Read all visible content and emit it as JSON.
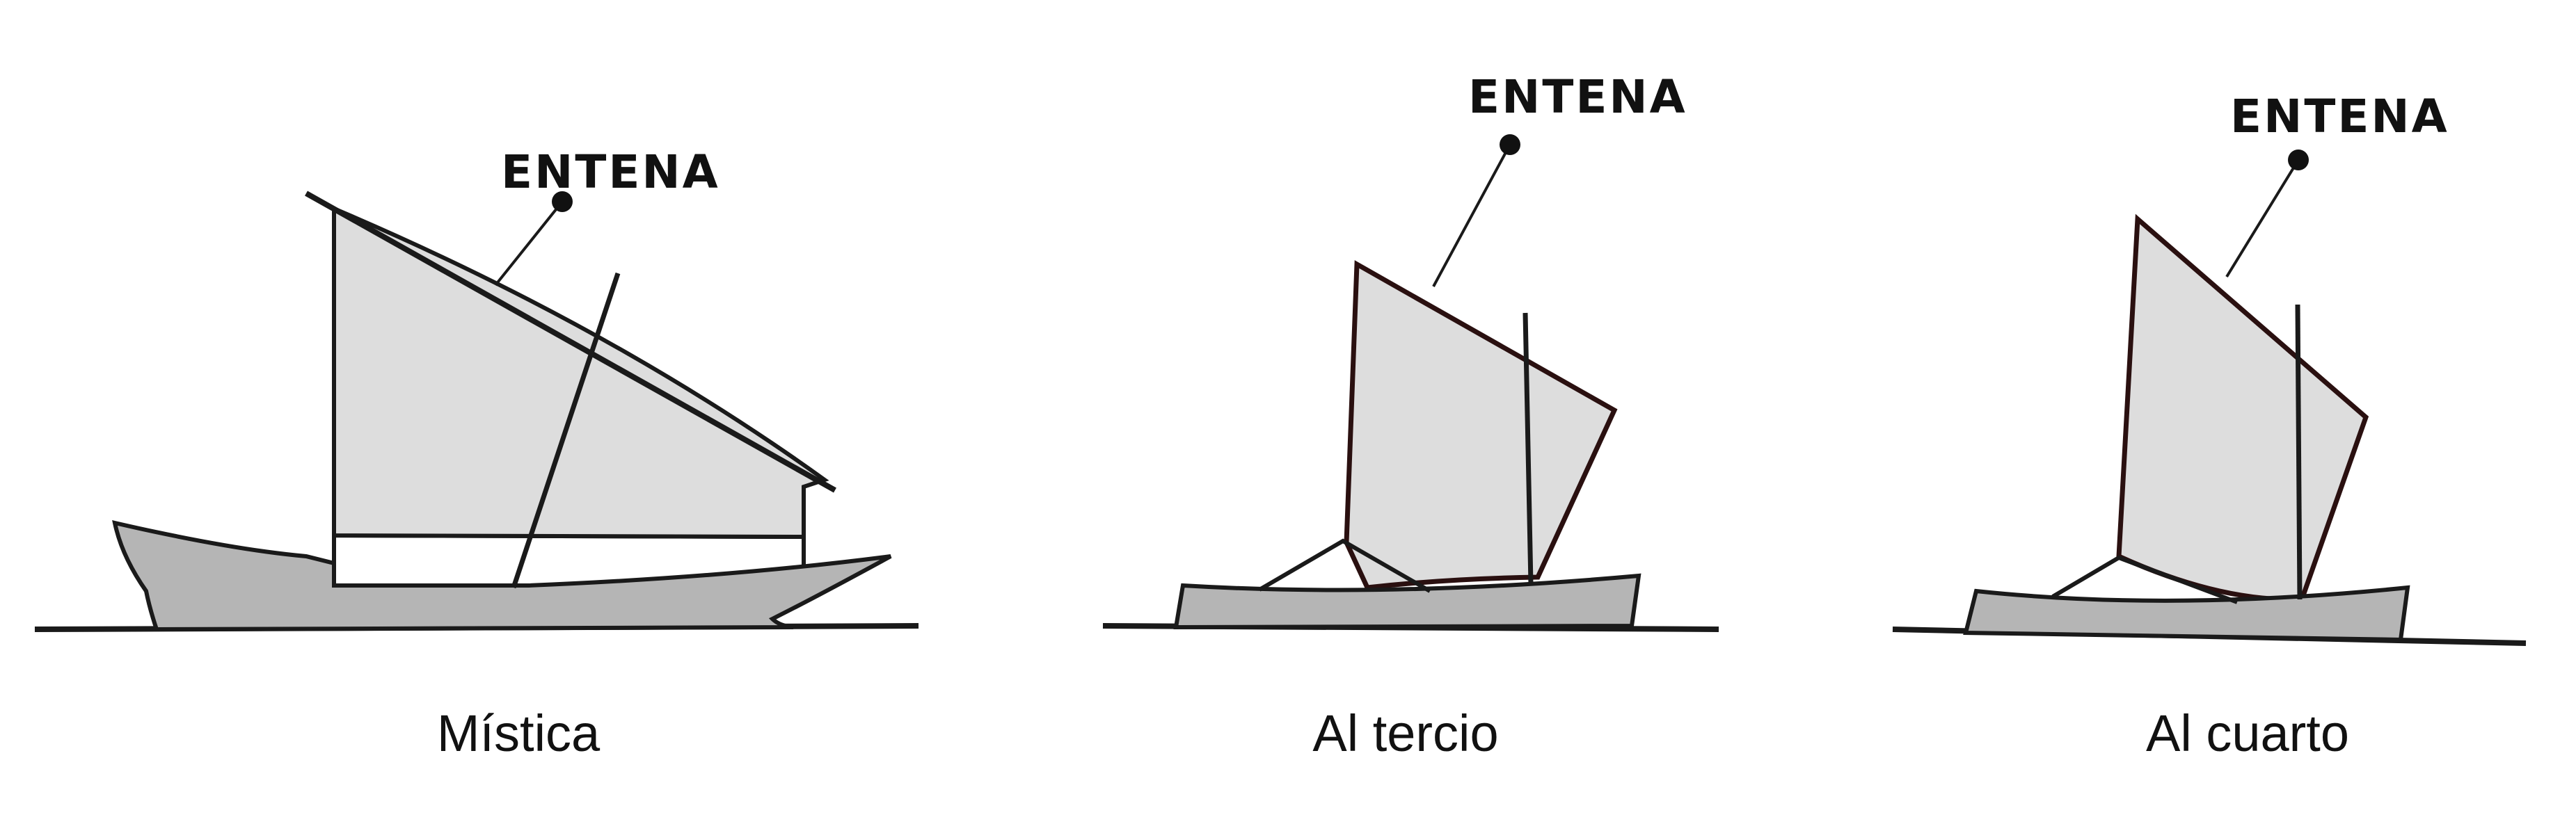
{
  "colors": {
    "sail": "#dddddd",
    "hull": "#b5b5b5",
    "line": "#1a1a1a",
    "sail_edge": "#2a1010",
    "background": "#ffffff"
  },
  "panels": [
    {
      "pointer_label": "ENTENA",
      "caption": "Mística"
    },
    {
      "pointer_label": "ENTENA",
      "caption": "Al tercio"
    },
    {
      "pointer_label": "ENTENA",
      "caption": "Al cuarto"
    }
  ]
}
